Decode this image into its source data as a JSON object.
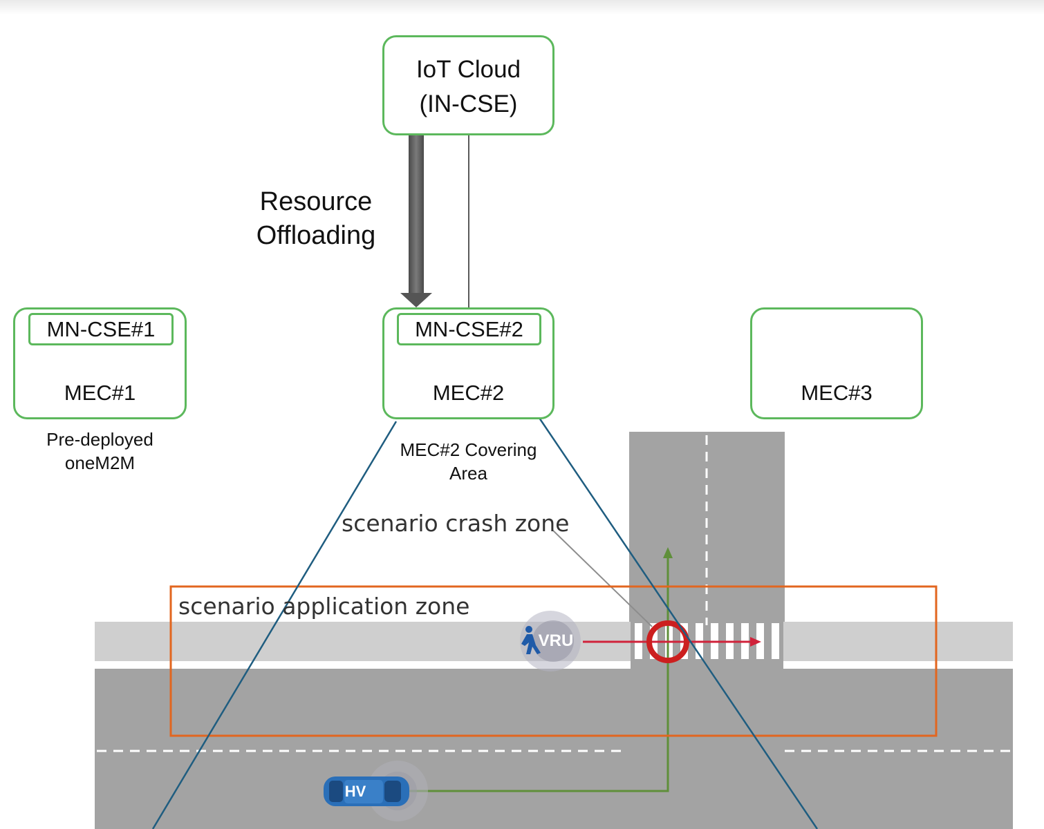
{
  "cloud": {
    "line1": "IoT Cloud",
    "line2": "(IN-CSE)"
  },
  "offload": {
    "line1": "Resource",
    "line2": "Offloading"
  },
  "mec1": {
    "inner": "MN-CSE#1",
    "label": "MEC#1",
    "caption_line1": "Pre-deployed",
    "caption_line2": "oneM2M"
  },
  "mec2": {
    "inner": "MN-CSE#2",
    "label": "MEC#2",
    "caption_line1": "MEC#2 Covering",
    "caption_line2": "Area"
  },
  "mec3": {
    "label": "MEC#3"
  },
  "zones": {
    "crash": "scenario crash zone",
    "application": "scenario application zone"
  },
  "actors": {
    "vru": "VRU",
    "hv": "HV"
  },
  "colors": {
    "box_border": "#5cb85c",
    "zone_border": "#e2661f",
    "coverage_line": "#1f5d80",
    "road": "#a3a3a3",
    "sidewalk": "#cfcfcf",
    "vru_path": "#d0223a",
    "hv_path": "#5f8f3a",
    "crash_ring": "#cc1f1f",
    "car": "#2a6fb8"
  }
}
